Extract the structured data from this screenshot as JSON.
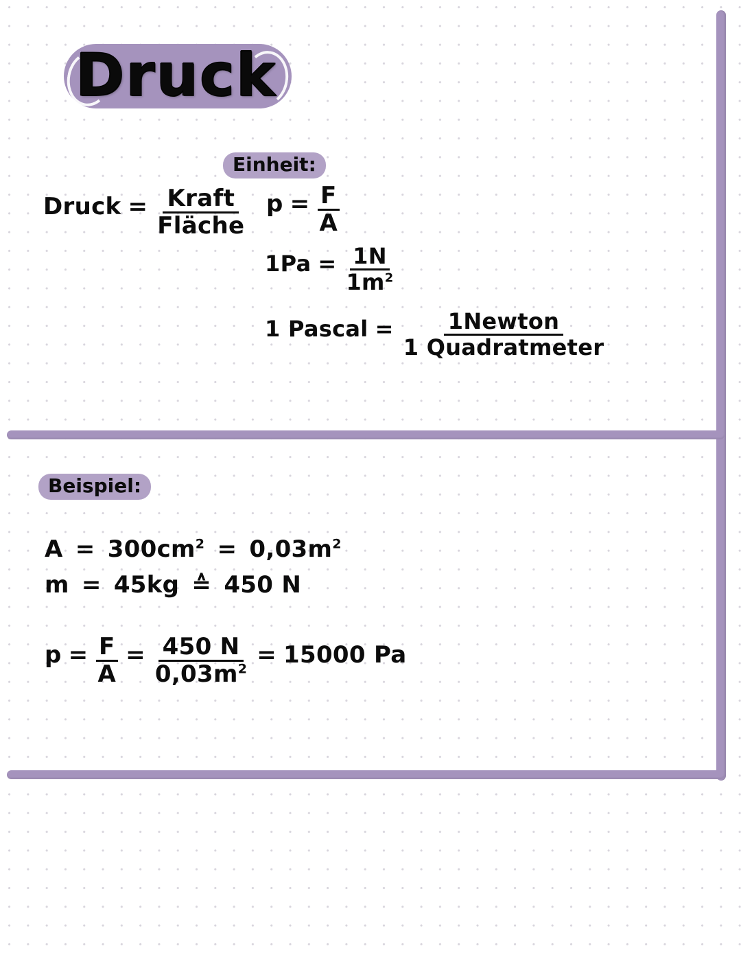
{
  "page": {
    "background": "#ffffff",
    "accent_purple": "#a593bd",
    "badge_purple": "#b2a2c6",
    "ink": "#0c0c0c",
    "dot_grid_color": "#d8d5dd"
  },
  "title": {
    "text": "Druck"
  },
  "section_unit": {
    "badge_label": "Einheit:",
    "definition": {
      "left": "Druck",
      "equals": "=",
      "numerator": "Kraft",
      "denominator": "Fläche"
    },
    "formula_symbolic": {
      "left": "p",
      "equals": "=",
      "numerator": "F",
      "denominator": "A"
    },
    "formula_pascal_short": {
      "left": "1Pa",
      "equals": "=",
      "numerator": "1N",
      "denominator_base": "1m",
      "denominator_exp": "2"
    },
    "formula_pascal_long": {
      "left": "1 Pascal",
      "equals": "=",
      "numerator": "1Newton",
      "denominator": "1 Quadratmeter"
    }
  },
  "section_example": {
    "badge_label": "Beispiel:",
    "given_area": {
      "symbol": "A",
      "eq1": "=",
      "value_cm": "300cm",
      "value_cm_exp": "2",
      "eq2": "=",
      "value_m": "0,03m",
      "value_m_exp": "2"
    },
    "given_mass": {
      "symbol": "m",
      "eq1": "=",
      "value_kg": "45kg",
      "corresponds": "≙",
      "value_n": "450 N"
    },
    "calculation": {
      "symbol": "p",
      "eq1": "=",
      "frac1_num": "F",
      "frac1_den": "A",
      "eq2": "=",
      "frac2_num": "450 N",
      "frac2_den_base": "0,03m",
      "frac2_den_exp": "2",
      "eq3": "=",
      "result": "15000 Pa"
    }
  }
}
